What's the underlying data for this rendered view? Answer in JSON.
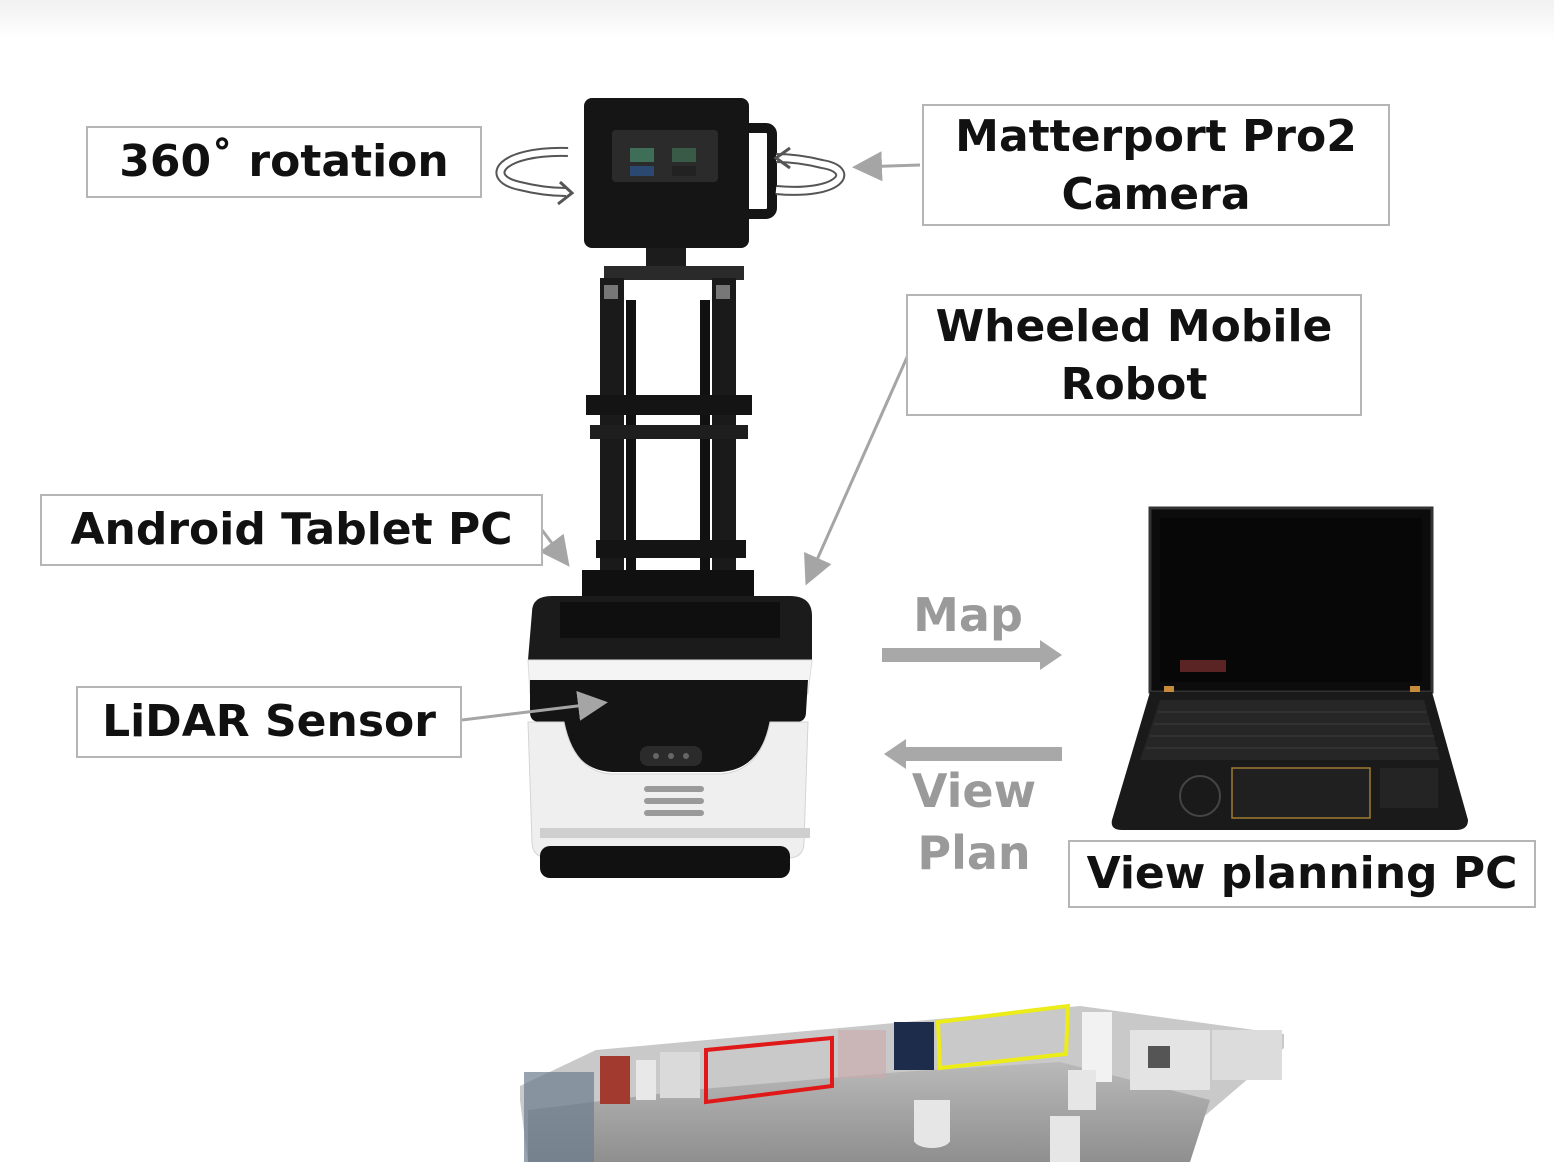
{
  "labels": {
    "rotation": "360˚ rotation",
    "camera_line1": "Matterport Pro2",
    "camera_line2": "Camera",
    "robot_line1": "Wheeled Mobile",
    "robot_line2": "Robot",
    "tablet": "Android Tablet PC",
    "lidar": "LiDAR Sensor",
    "pc": "View planning PC"
  },
  "flows": {
    "map": "Map",
    "view_plan_line1": "View",
    "view_plan_line2": "Plan"
  },
  "colors": {
    "label_border": "#b5b5b5",
    "flow_arrow": "#a8a8a8",
    "highlight_red": "#e01818",
    "highlight_yellow": "#ecec18"
  }
}
